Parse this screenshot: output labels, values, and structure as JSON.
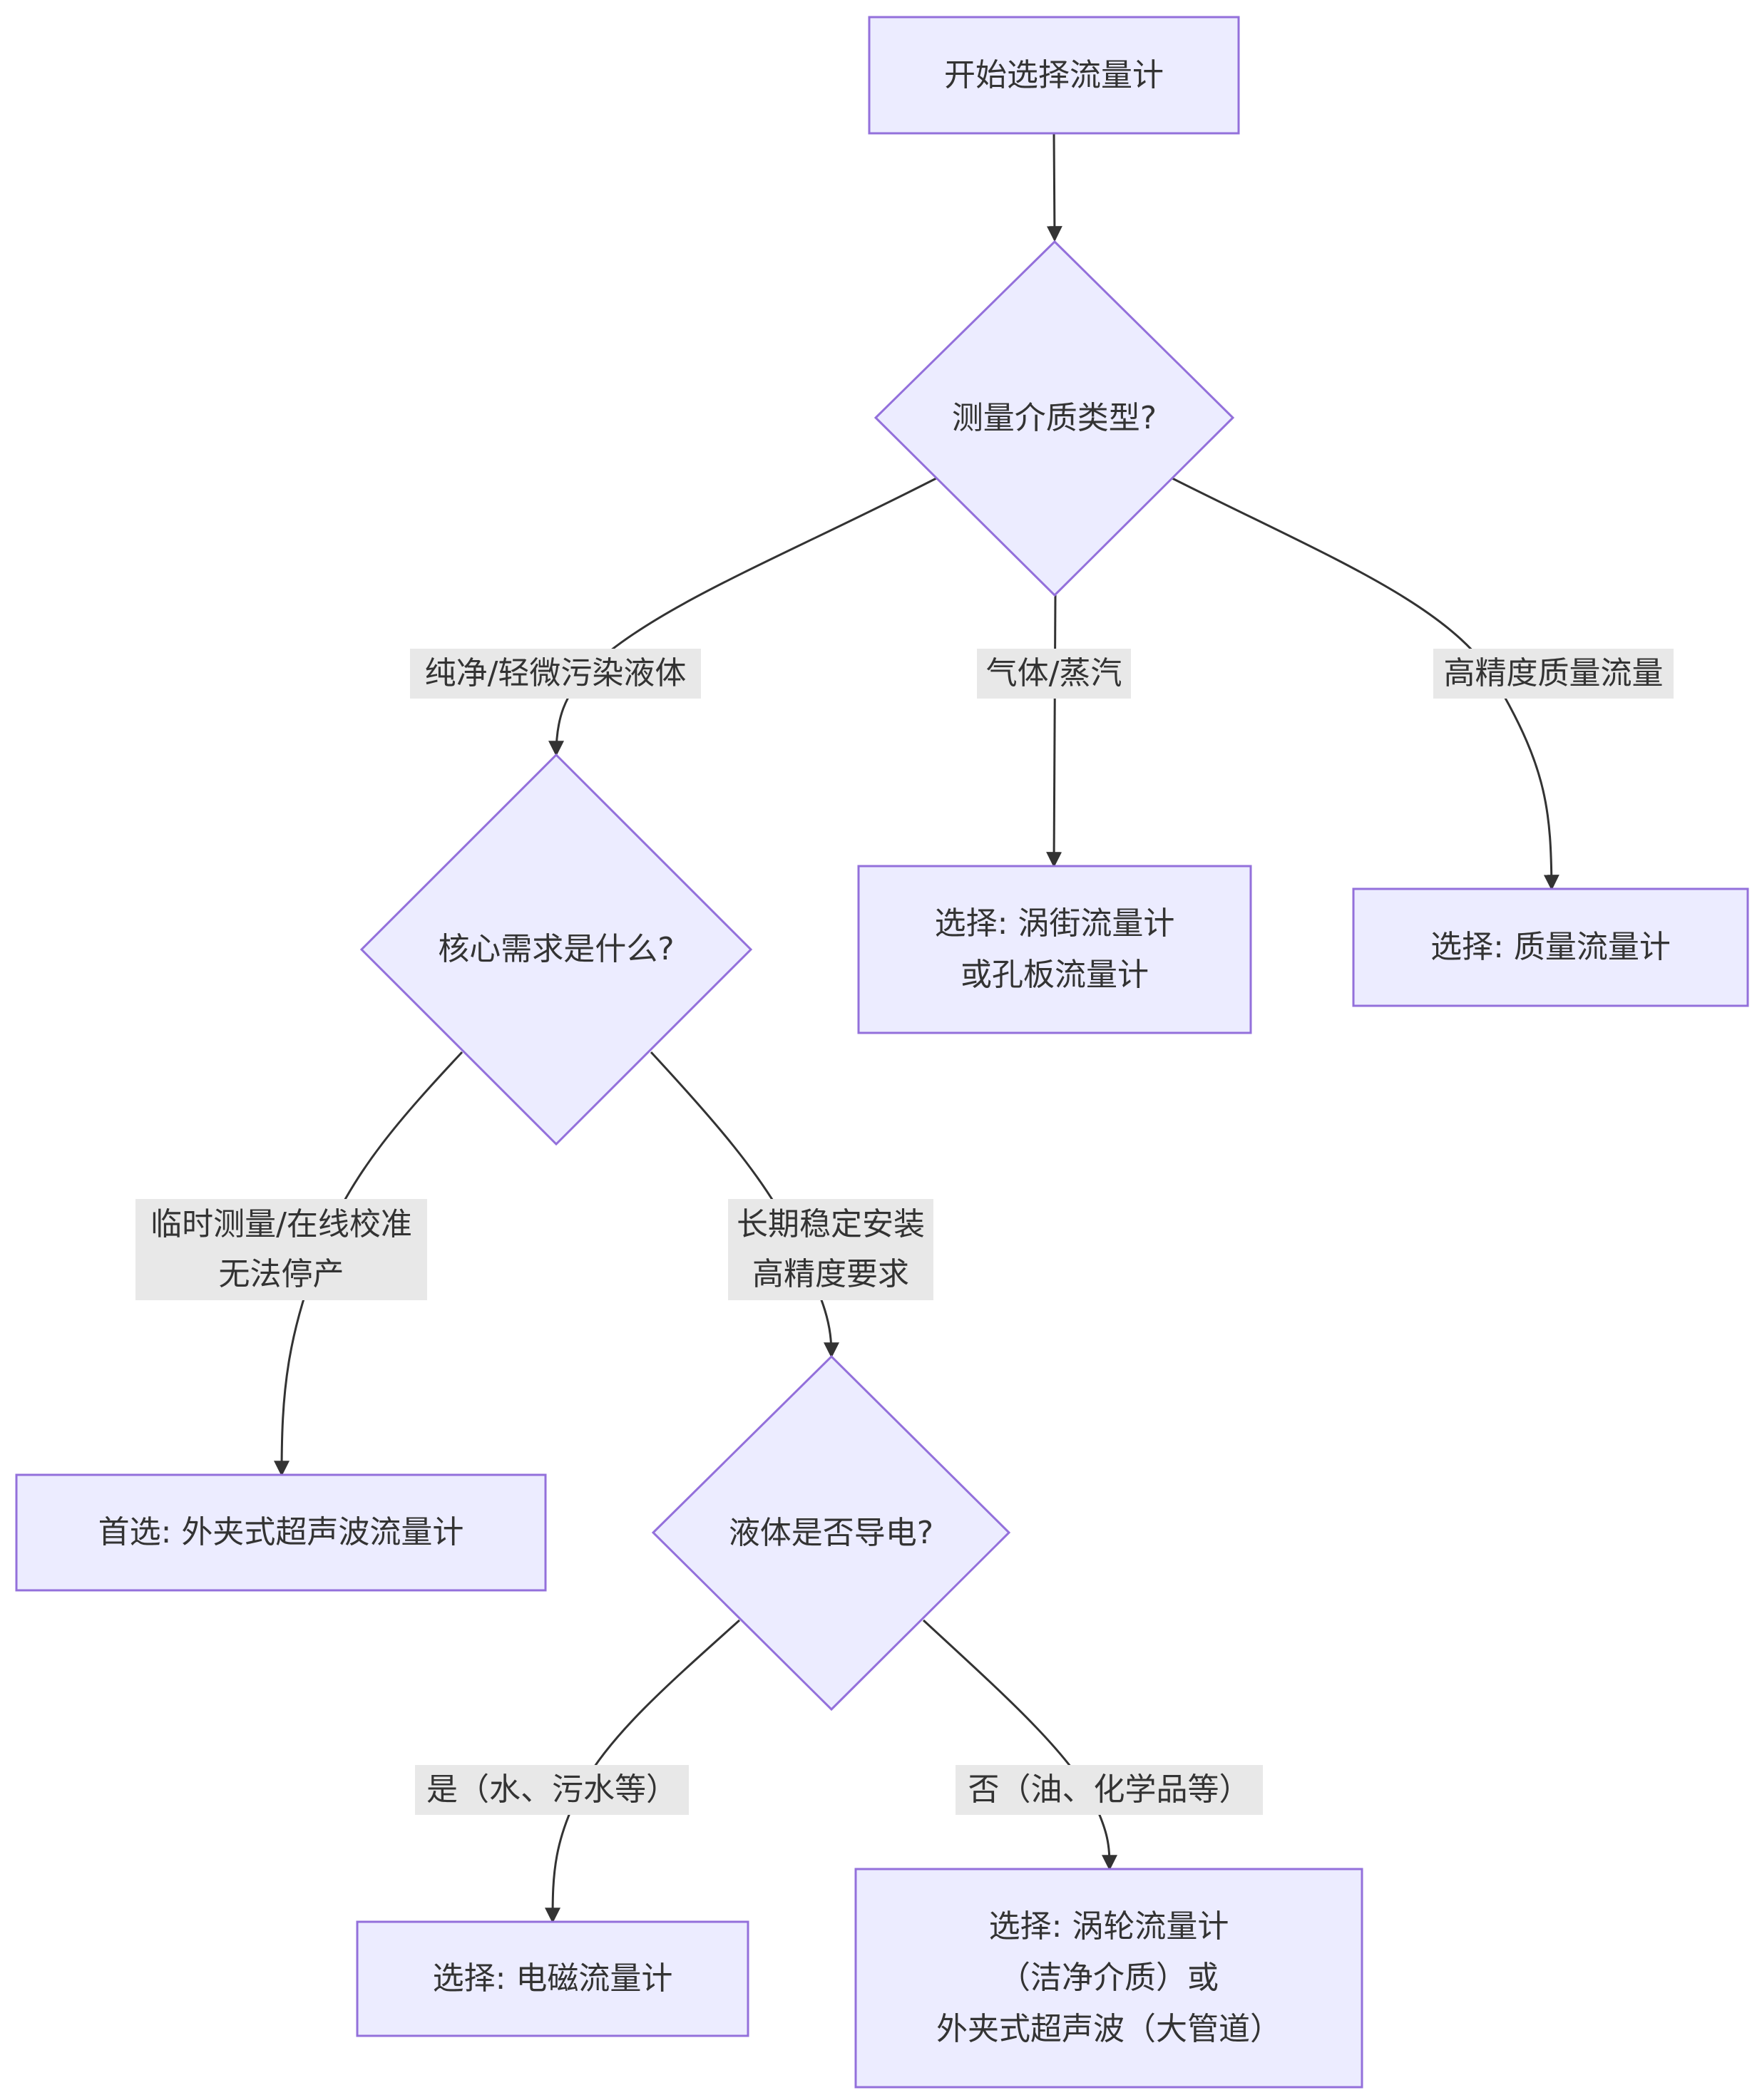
{
  "diagram": {
    "type": "flowchart",
    "colors": {
      "node_fill": "#ececff",
      "node_stroke": "#9370db",
      "edge": "#333333",
      "label_bg": "#e8e8e8",
      "text": "#333333"
    },
    "nodes": {
      "start": {
        "shape": "rect",
        "lines": [
          "开始选择流量计"
        ]
      },
      "medium": {
        "shape": "diamond",
        "lines": [
          "测量介质类型?"
        ]
      },
      "need": {
        "shape": "diamond",
        "lines": [
          "核心需求是什么?"
        ]
      },
      "vortex": {
        "shape": "rect",
        "lines": [
          "选择: 涡街流量计",
          "或孔板流量计"
        ]
      },
      "mass": {
        "shape": "rect",
        "lines": [
          "选择: 质量流量计"
        ]
      },
      "clampon": {
        "shape": "rect",
        "lines": [
          "首选: 外夹式超声波流量计"
        ]
      },
      "conductive": {
        "shape": "diamond",
        "lines": [
          "液体是否导电?"
        ]
      },
      "em": {
        "shape": "rect",
        "lines": [
          "选择: 电磁流量计"
        ]
      },
      "turbine": {
        "shape": "rect",
        "lines": [
          "选择: 涡轮流量计",
          "（洁净介质）或",
          "外夹式超声波（大管道）"
        ]
      }
    },
    "edges": {
      "start_medium": {
        "from": "start",
        "to": "medium",
        "lines": []
      },
      "medium_need": {
        "from": "medium",
        "to": "need",
        "lines": [
          "纯净/轻微污染液体"
        ]
      },
      "medium_vortex": {
        "from": "medium",
        "to": "vortex",
        "lines": [
          "气体/蒸汽"
        ]
      },
      "medium_mass": {
        "from": "medium",
        "to": "mass",
        "lines": [
          "高精度质量流量"
        ]
      },
      "need_clampon": {
        "from": "need",
        "to": "clampon",
        "lines": [
          "临时测量/在线校准",
          "无法停产"
        ]
      },
      "need_conductive": {
        "from": "need",
        "to": "conductive",
        "lines": [
          "长期稳定安装",
          "高精度要求"
        ]
      },
      "conductive_em": {
        "from": "conductive",
        "to": "em",
        "lines": [
          "是（水、污水等）"
        ]
      },
      "conductive_turbine": {
        "from": "conductive",
        "to": "turbine",
        "lines": [
          "否（油、化学品等）"
        ]
      }
    }
  }
}
